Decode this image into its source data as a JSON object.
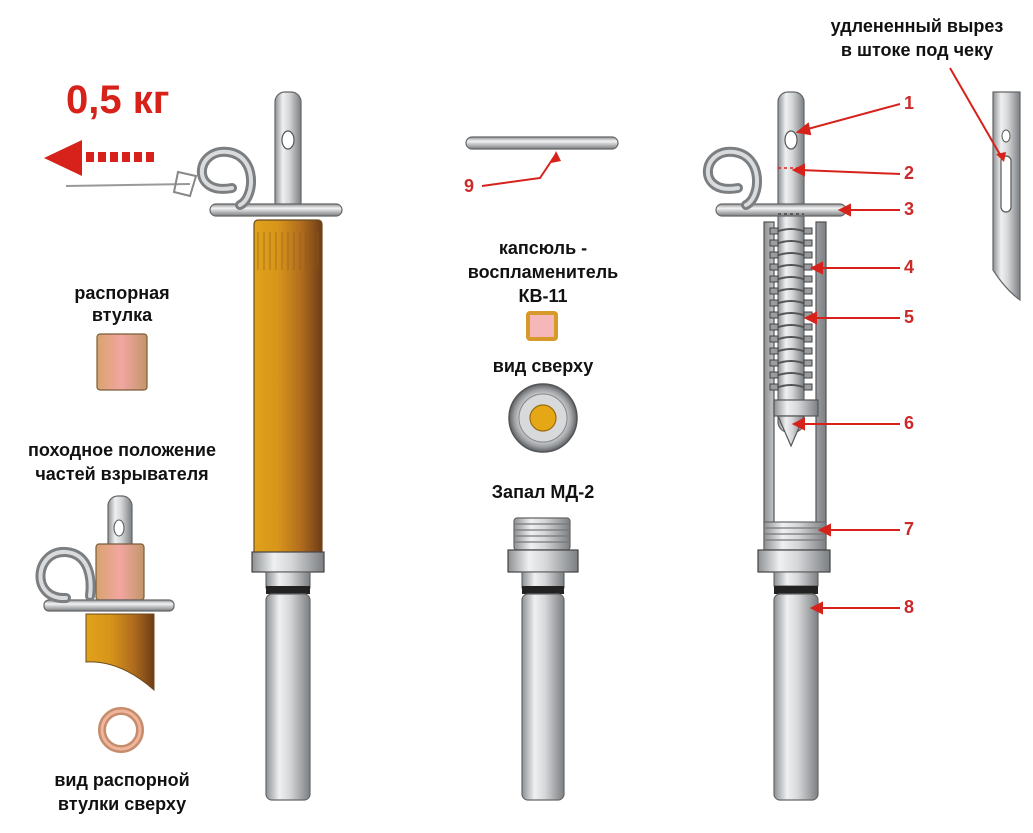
{
  "weight_label": "0,5 кг",
  "labels": {
    "spacer_bushing": [
      "распорная",
      "втулка"
    ],
    "travel_position": [
      "походное положение",
      "частей взрывателя"
    ],
    "bushing_top_view": [
      "вид распорной",
      "втулки сверху"
    ],
    "primer": [
      "капсюль -",
      "воспламенитель",
      "КВ-11"
    ],
    "top_view": "вид сверху",
    "fuse": "Запал МД-2",
    "slot_note": [
      "удлененный вырез",
      "в штоке под чеку"
    ]
  },
  "callouts": [
    "1",
    "2",
    "3",
    "4",
    "5",
    "6",
    "7",
    "8",
    "9"
  ],
  "colors": {
    "accent_red": "#d6221b",
    "brass": "#d9a11c",
    "copper": "#e8a48a",
    "steel": "#c8cacc"
  }
}
